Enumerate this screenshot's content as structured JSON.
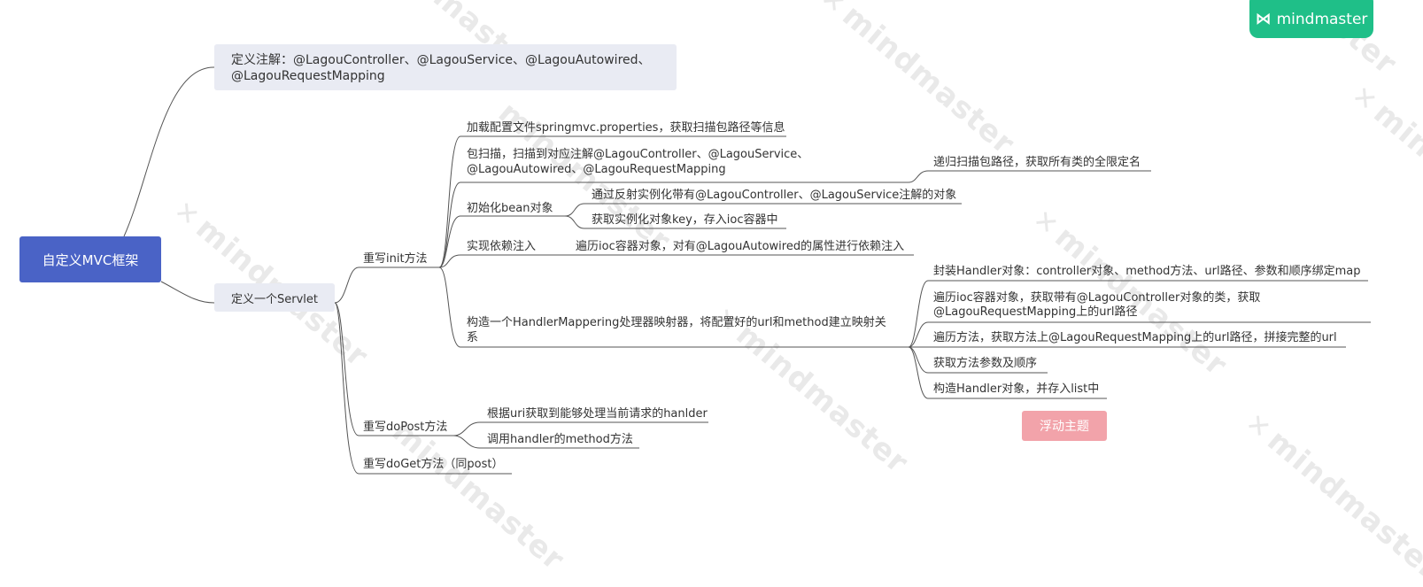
{
  "root": "自定义MVC框架",
  "annotations": {
    "line1": "定义注解：@LagouController、@LagouService、@LagouAutowired、",
    "line2": "@LagouRequestMapping"
  },
  "servlet": "定义一个Servlet",
  "init": {
    "label": "重写init方法",
    "load_config": "加载配置文件springmvc.properties，获取扫描包路径等信息",
    "scan": {
      "line1": "包扫描，扫描到对应注解@LagouController、@LagouService、",
      "line2": "@LagouAutowired、@LagouRequestMapping",
      "child": "递归扫描包路径，获取所有类的全限定名"
    },
    "init_bean": {
      "label": "初始化bean对象",
      "child1": "通过反射实例化带有@LagouController、@LagouService注解的对象",
      "child2": "获取实例化对象key，存入ioc容器中"
    },
    "di": {
      "label": "实现依赖注入",
      "child": "遍历ioc容器对象，对有@LagouAutowired的属性进行依赖注入"
    },
    "mapping": {
      "line1": "构造一个HandlerMappering处理器映射器，将配置好的url和method建立映射关",
      "line2": "系",
      "children": [
        "封装Handler对象：controller对象、method方法、url路径、参数和顺序绑定map",
        "遍历ioc容器对象，获取带有@LagouController对象的类，获取",
        "@LagouRequestMapping上的url路径",
        "遍历方法，获取方法上@LagouRequestMapping上的url路径，拼接完整的url",
        "获取方法参数及顺序",
        "构造Handler对象，并存入list中"
      ]
    }
  },
  "dopost": {
    "label": "重写doPost方法",
    "child1": "根据uri获取到能够处理当前请求的hanlder",
    "child2": "调用handler的method方法"
  },
  "doget": "重写doGet方法（同post）",
  "floating_topic": "浮动主题",
  "logo": {
    "text": "mindmaster",
    "icon": "mindmaster-logo-icon"
  },
  "watermark": "mindmaster",
  "colors": {
    "root": "#4a63c6",
    "subtopic_bg": "#e9ebf3",
    "floating": "#f2a3aa",
    "logo": "#1fbf88",
    "line": "#555555"
  }
}
